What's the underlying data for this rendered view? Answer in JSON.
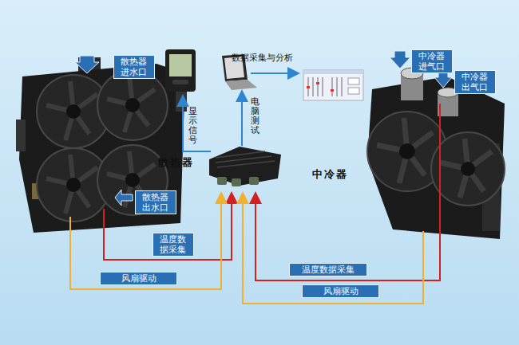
{
  "diagram": {
    "nodes": [
      {
        "text": [
          "散热器 进水口"
        ]
      },
      {
        "text": [
          "中冷器 进气口"
        ]
      },
      {
        "text": [
          "中冷器 出气口"
        ]
      },
      {
        "text": [
          "散热器 出水口"
        ]
      },
      {
        "text": [
          "温度数 据采集"
        ]
      },
      {
        "text": [
          "温度数据采集"
        ]
      },
      {
        "text": [
          "风扇驱动"
        ]
      },
      {
        "text": [
          "风扇驱动"
        ]
      }
    ],
    "labels": [
      "数据采集与分析",
      "显示信号",
      "电脑测试",
      "散热器",
      "中冷器"
    ]
  }
}
